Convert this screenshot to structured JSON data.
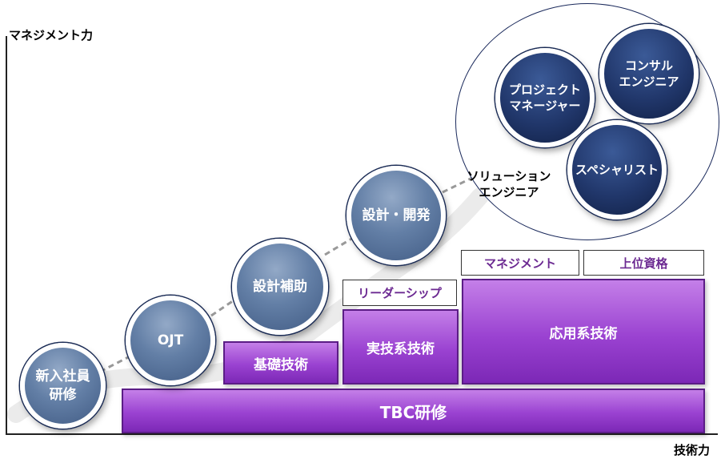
{
  "axes": {
    "y_label": "マネジメント力",
    "x_label": "技術力"
  },
  "steps": [
    {
      "label": "新入社員\n研修"
    },
    {
      "label": "OJT"
    },
    {
      "label": "設計補助"
    },
    {
      "label": "設計・開発"
    }
  ],
  "solution_engineer": {
    "label": "ソリューション\nエンジニア",
    "roles": [
      {
        "label": "プロジェクト\nマネージャー"
      },
      {
        "label": "コンサル\nエンジニア"
      },
      {
        "label": "スペシャリスト"
      }
    ]
  },
  "training": {
    "base": "TBC研修",
    "basic_tech": "基礎技術",
    "practical_tech": "実技系技術",
    "applied_tech": "応用系技術",
    "leadership": "リーダーシップ",
    "management": "マネジメント",
    "higher_qualification": "上位資格"
  },
  "colors": {
    "steel_blue": "#637fa6",
    "navy": "#21376b",
    "purple": "#9a42d1",
    "label_purple": "#6c2a92"
  }
}
